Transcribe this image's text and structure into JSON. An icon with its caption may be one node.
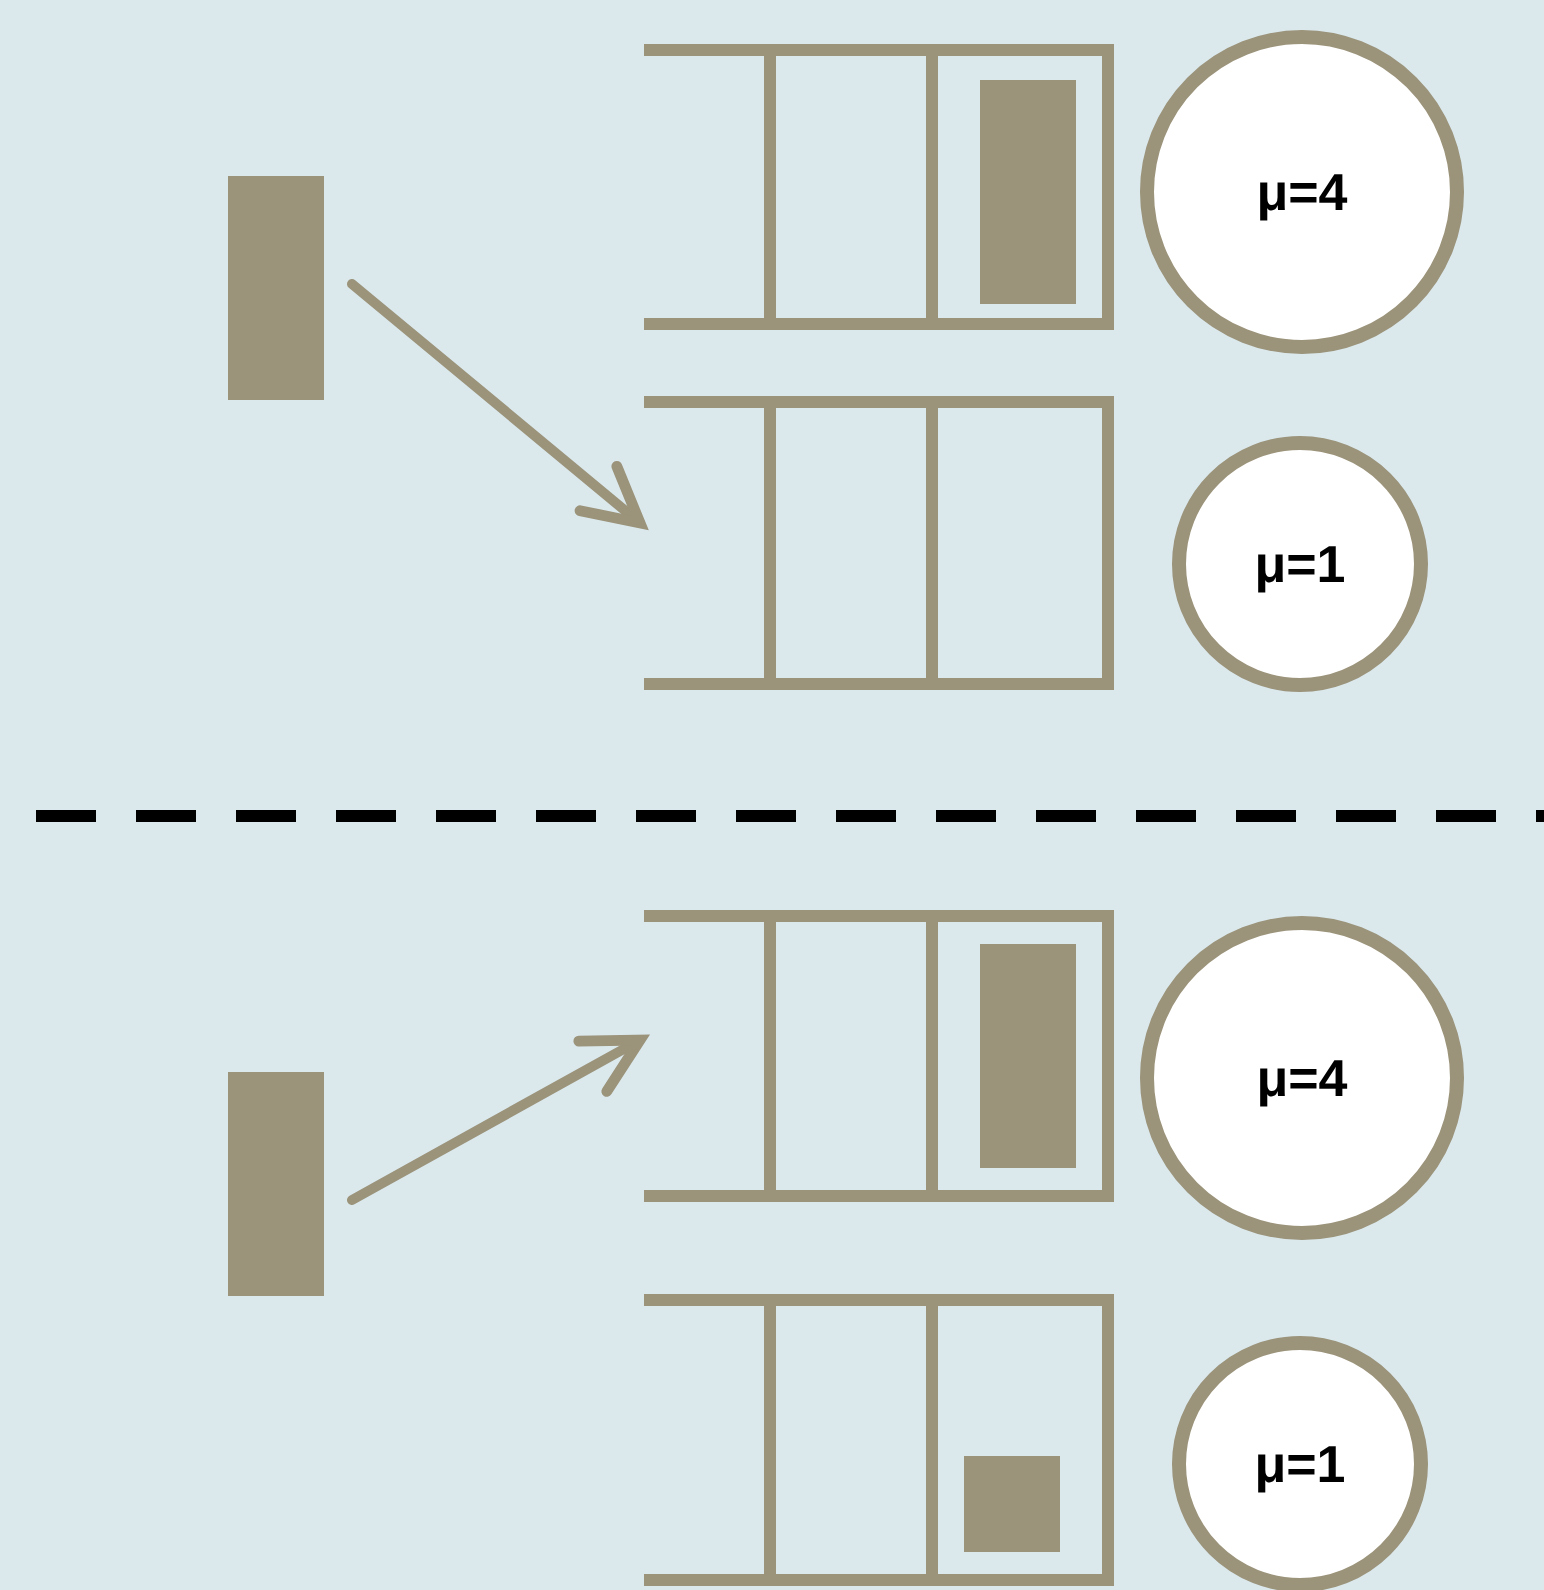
{
  "diagram": {
    "nodes": [
      {
        "text": [],
        "shape": "box"
      },
      {
        "text": [],
        "shape": "bar",
        "in": 0
      },
      {
        "text": [
          "μ=4"
        ]
      },
      {
        "text": [],
        "shape": "bar"
      },
      {
        "text": [],
        "shape": "box"
      },
      {
        "text": [
          "μ=1"
        ]
      },
      {
        "text": [],
        "shape": "box"
      },
      {
        "text": [],
        "shape": "bar",
        "in": 6
      },
      {
        "text": [
          "μ=4"
        ]
      },
      {
        "text": [],
        "shape": "bar"
      },
      {
        "text": [],
        "shape": "box"
      },
      {
        "text": [],
        "shape": "bar",
        "in": 10
      },
      {
        "text": [
          "μ=1"
        ]
      }
    ],
    "edges": [
      {
        "from": 3,
        "to": 4,
        "arrow": "to"
      },
      {
        "from": 9,
        "to": 6,
        "arrow": "to"
      }
    ]
  }
}
